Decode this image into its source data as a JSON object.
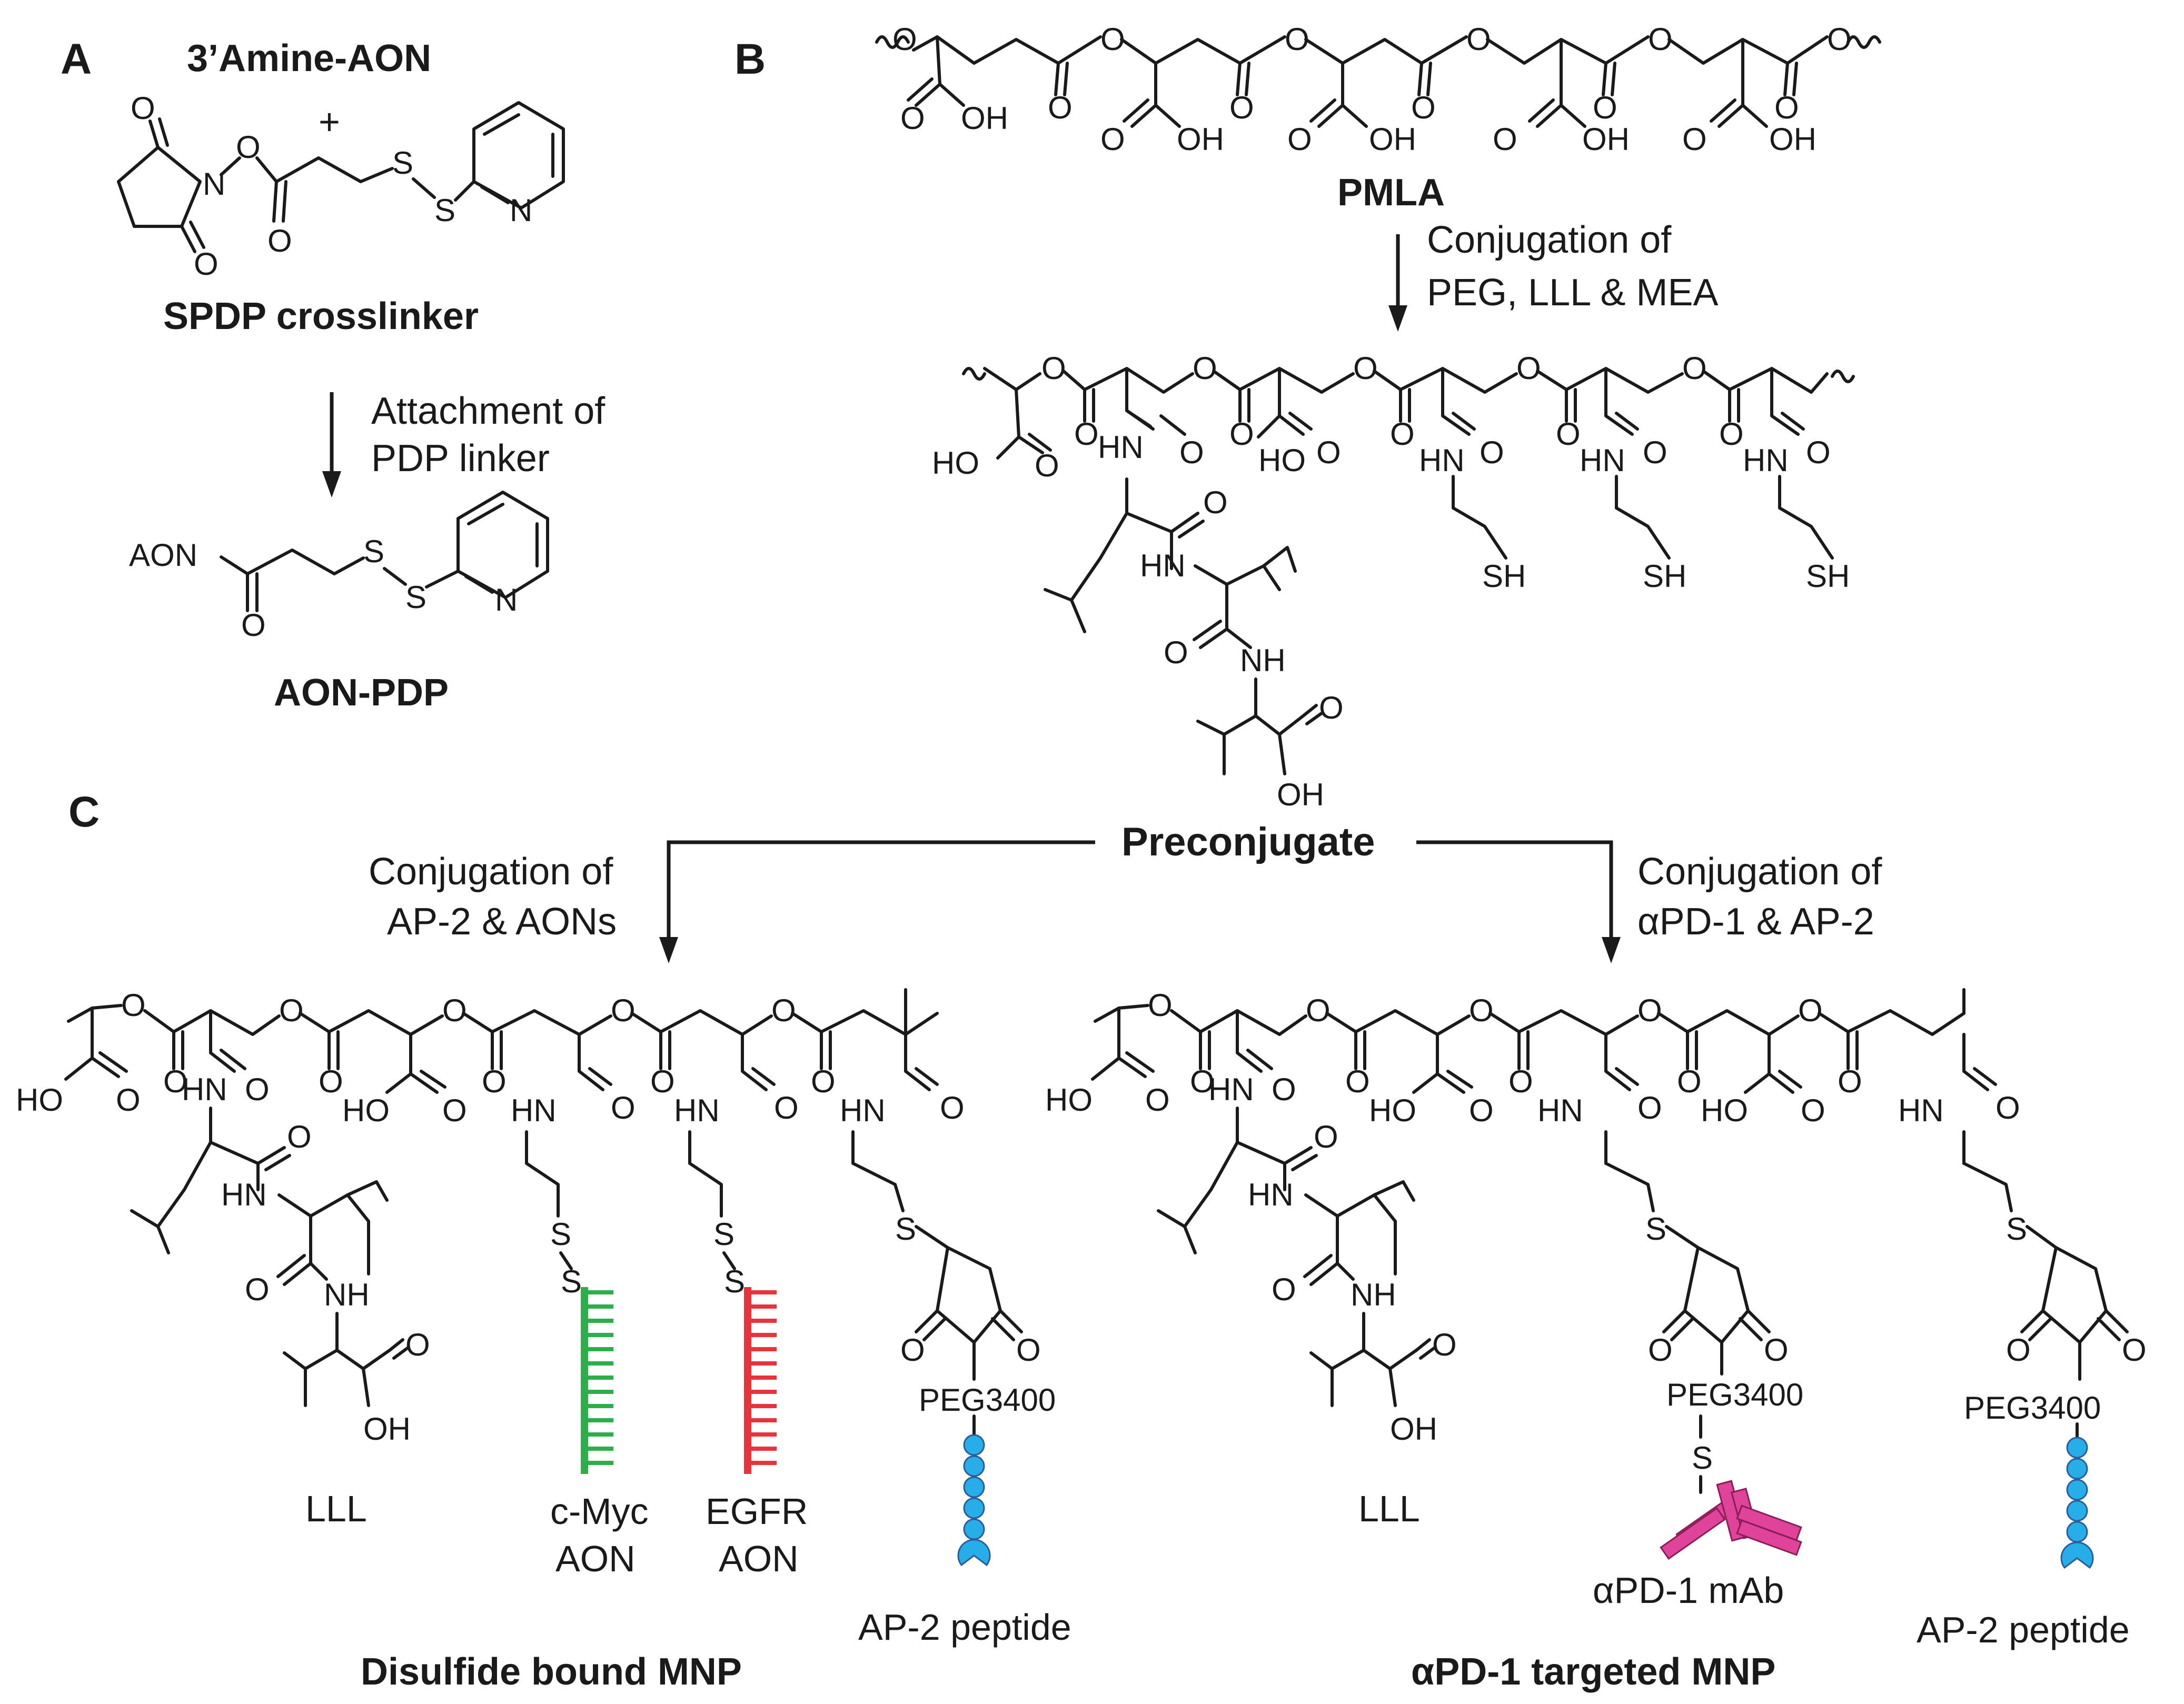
{
  "panels": {
    "a": {
      "letter": "A",
      "reagent": "3’Amine-AON",
      "plus": "+",
      "crosslinker": "SPDP crosslinker",
      "step_line1": "Attachment of",
      "step_line2": "PDP linker",
      "product": "AON-PDP",
      "aon_label": "AON"
    },
    "b": {
      "letter": "B",
      "polymer": "PMLA",
      "step_line1": "Conjugation of",
      "step_line2": "PEG, LLL & MEA"
    },
    "c": {
      "letter": "C",
      "center": "Preconjugate",
      "left_step_line1": "Conjugation of",
      "left_step_line2": "AP-2 & AONs",
      "right_step_line1": "Conjugation of",
      "right_step_line2": "αPD-1 & AP-2"
    }
  },
  "left_product": {
    "title": "Disulfide bound MNP",
    "lll": "LLL",
    "cmyc_line1": "c-Myc",
    "cmyc_line2": "AON",
    "egfr_line1": "EGFR",
    "egfr_line2": "AON",
    "peg": "PEG3400",
    "peptide": "AP-2 peptide"
  },
  "right_product": {
    "title": "αPD-1 targeted MNP",
    "lll": "LLL",
    "peg_ab": "PEG3400",
    "mab": "αPD-1 mAb",
    "peg_pep": "PEG3400",
    "peptide": "AP-2 peptide"
  },
  "atoms": {
    "O": "O",
    "OH": "OH",
    "HO": "HO",
    "HN": "HN",
    "NH": "NH",
    "N": "N",
    "S": "S",
    "SH": "SH"
  },
  "colors": {
    "cmyc_aon": "#2eae4a",
    "egfr_aon": "#e8323c",
    "peptide_bead": "#27aee8",
    "antibody": "#e0449a",
    "ink": "#1a1a1a"
  }
}
